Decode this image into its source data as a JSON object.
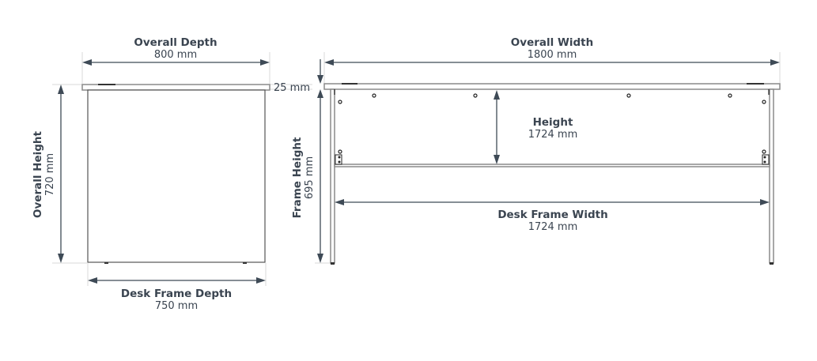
{
  "title": "Desk Dimensions Diagram",
  "side_view": {
    "overall_depth": {
      "label": "Overall Depth",
      "value": "800 mm"
    },
    "overall_height": {
      "label": "Overall Height",
      "value": "720 mm"
    },
    "desk_frame_depth": {
      "label": "Desk Frame Depth",
      "value": "750 mm"
    },
    "top_thickness": {
      "value": "25 mm"
    }
  },
  "front_view": {
    "overall_width": {
      "label": "Overall Width",
      "value": "1800 mm"
    },
    "frame_height": {
      "label": "Frame Height",
      "value": "695 mm"
    },
    "height": {
      "label": "Height",
      "value": "1724 mm"
    },
    "desk_frame_width": {
      "label": "Desk Frame Width",
      "value": "1724 mm"
    }
  },
  "colors": {
    "dimension_line": "#3e4a56",
    "text": "#3a4450",
    "outline": "#555555"
  }
}
